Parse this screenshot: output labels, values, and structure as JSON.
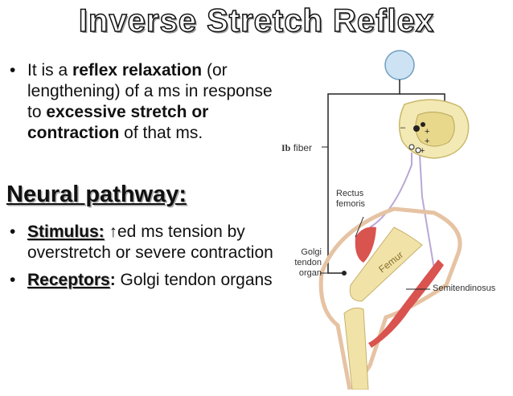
{
  "title": "Inverse Stretch Reflex",
  "bullet1": {
    "t1": "It is a ",
    "b1": "reflex relaxation",
    "t2": " (or lengthening) of a ms in response to ",
    "b2": "excessive stretch or contraction",
    "t3": " of that ms."
  },
  "heading": "Neural pathway:",
  "stimulus": {
    "label": "Stimulus:",
    "text": " ↑ed ms tension by overstretch or severe contraction"
  },
  "receptors": {
    "label": "Receptors",
    "colon": ":",
    "text": " Golgi tendon organs"
  },
  "figure": {
    "ib_fiber_prefix": "Ib",
    "ib_fiber": "fiber",
    "rectus": "Rectus femoris",
    "golgi": "Golgi tendon organ",
    "femur": "Femur",
    "semiten": "Semitendinosus",
    "minus": "–",
    "plus1": "+",
    "plus2": "+",
    "plus3": "+"
  },
  "colors": {
    "neuron": "#cde3f3",
    "cord": "#f3e9b4",
    "muscle": "#d9534f",
    "bone": "#f1e3a8",
    "nerve": "#b9a7d6"
  }
}
